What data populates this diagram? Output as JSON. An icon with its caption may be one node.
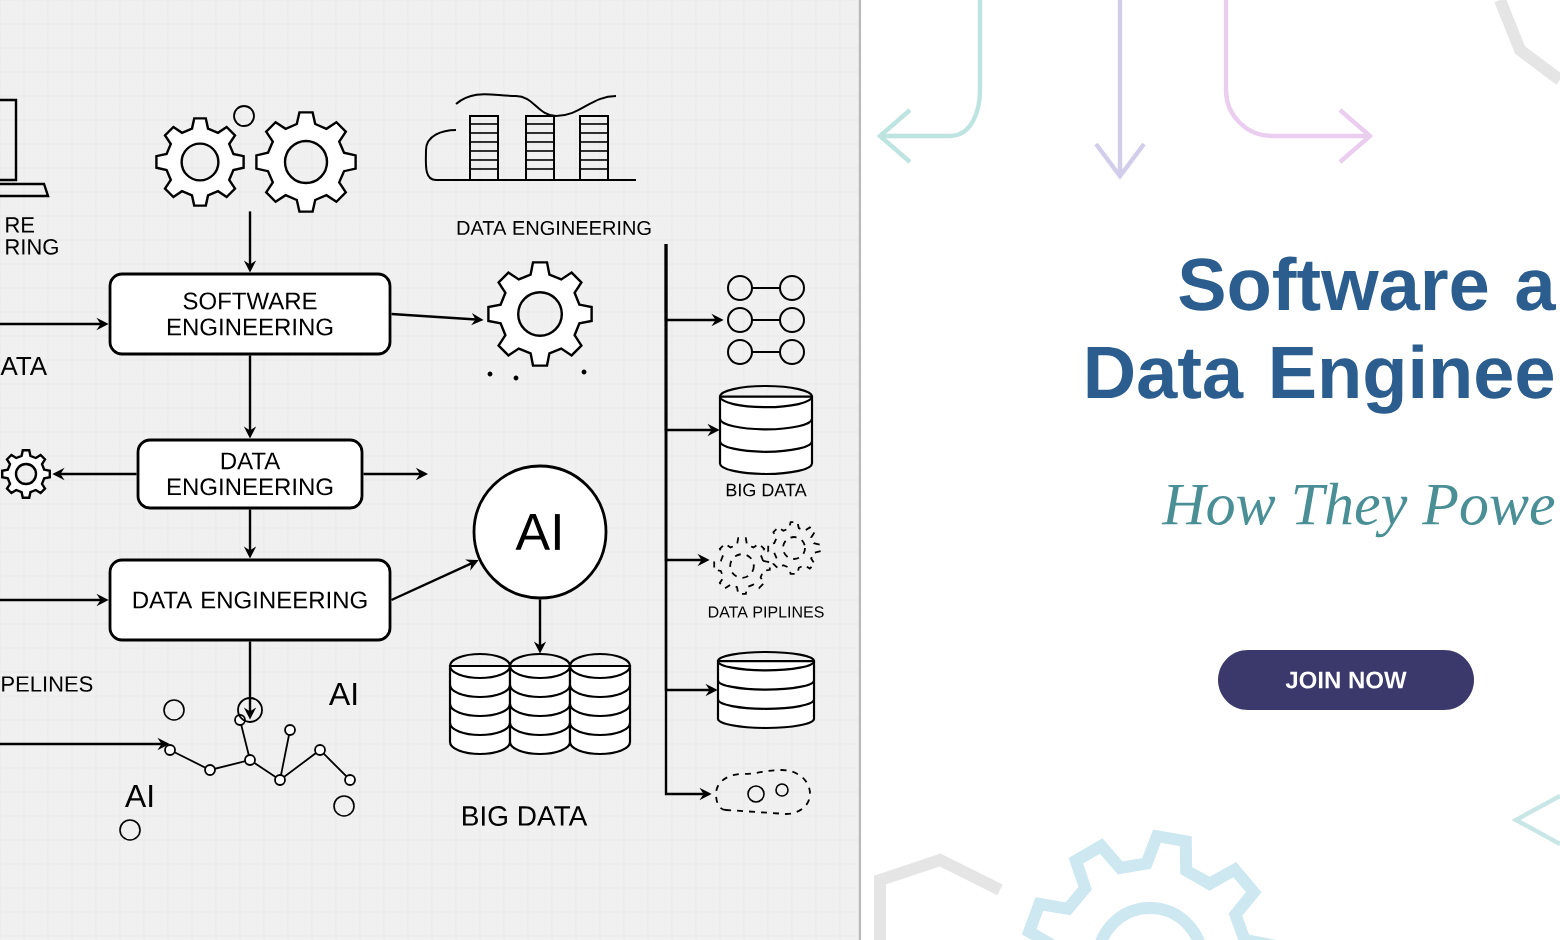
{
  "diagram": {
    "title": "Software a Data Enginee",
    "nodes": [
      {
        "text": [],
        "shape": "picture"
      },
      {
        "text": [
          "SOFTWARE ENGINEERING"
        ]
      },
      {
        "text": [
          "DATA ENGINEERING"
        ]
      },
      {
        "text": [
          "DATA ENGINEERING"
        ]
      },
      {
        "text": [
          "AI",
          "AI"
        ]
      },
      {
        "text": [],
        "shape": "picture"
      },
      {
        "text": [
          "AI"
        ]
      },
      {
        "text": [],
        "shape": "picture",
        "beside": [
          "BIG DATA"
        ]
      },
      {
        "text": [],
        "shape": "picture",
        "beside": [
          "DATA ENGINEERING"
        ]
      },
      {
        "text": [],
        "shape": "picture"
      },
      {
        "text": [],
        "shape": "cylinder",
        "beside": [
          "BIG DATA"
        ]
      },
      {
        "text": [],
        "shape": "picture",
        "beside": [
          "DATA PIPLINES"
        ]
      },
      {
        "text": [],
        "shape": "cylinder"
      },
      {
        "text": [],
        "shape": "picture"
      },
      {
        "text": [
          "JOIN NOW"
        ]
      },
      {
        "text": [],
        "shape": "picture"
      }
    ],
    "edges": [
      {
        "from": 0,
        "to": 1,
        "arrow": "to"
      },
      {
        "from": 1,
        "to": 2,
        "arrow": "to"
      },
      {
        "from": 2,
        "to": 3,
        "arrow": "to"
      },
      {
        "from": 3,
        "to": 4,
        "arrow": "to"
      },
      {
        "from": 1,
        "to": 5,
        "arrow": "to"
      },
      {
        "from": null,
        "to": 1,
        "arrow": "to"
      },
      {
        "from": 2,
        "to": 15,
        "arrow": "to"
      },
      {
        "from": 2,
        "to": null,
        "arrow": "to"
      },
      {
        "from": null,
        "to": 3,
        "arrow": "to"
      },
      {
        "from": 3,
        "to": 6,
        "arrow": "to"
      },
      {
        "from": 6,
        "to": 7,
        "arrow": "to"
      },
      {
        "from": null,
        "to": 4,
        "arrow": "to"
      },
      {
        "from": 8,
        "to": 9,
        "arrow": "to"
      },
      {
        "from": 8,
        "to": 10,
        "arrow": "to"
      },
      {
        "from": 8,
        "to": 11,
        "arrow": "to"
      },
      {
        "from": 8,
        "to": 12,
        "arrow": "to"
      },
      {
        "from": 8,
        "to": 13,
        "arrow": "to"
      }
    ],
    "labels": [
      "RE RING",
      "ATA",
      "PELINES",
      "How They Powe"
    ]
  }
}
